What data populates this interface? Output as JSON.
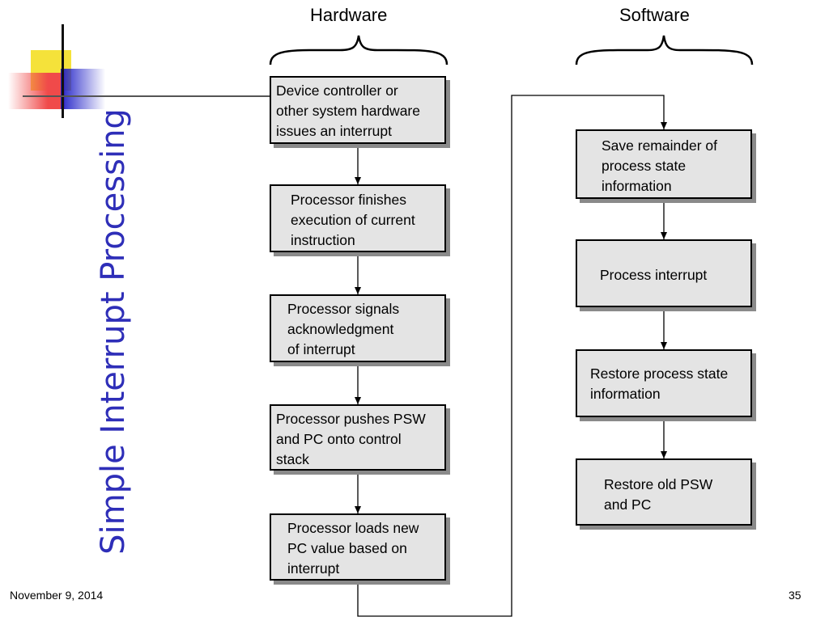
{
  "slide": {
    "title": "Simple Interrupt Processing",
    "footer_date": "November 9, 2014",
    "page_number": "35"
  },
  "diagram": {
    "hardware_label": "Hardware",
    "software_label": "Software",
    "hardware_steps": [
      "Device controller or\nother system hardware\nissues an interrupt",
      "Processor finishes\nexecution of current\ninstruction",
      "Processor signals\nacknowledgment\nof interrupt",
      "Processor pushes PSW\nand PC onto control\nstack",
      "Processor loads new\nPC value based on\ninterrupt"
    ],
    "software_steps": [
      "Save remainder of\nprocess state\ninformation",
      "Process interrupt",
      "Restore process state\ninformation",
      "Restore old PSW\nand PC"
    ]
  }
}
